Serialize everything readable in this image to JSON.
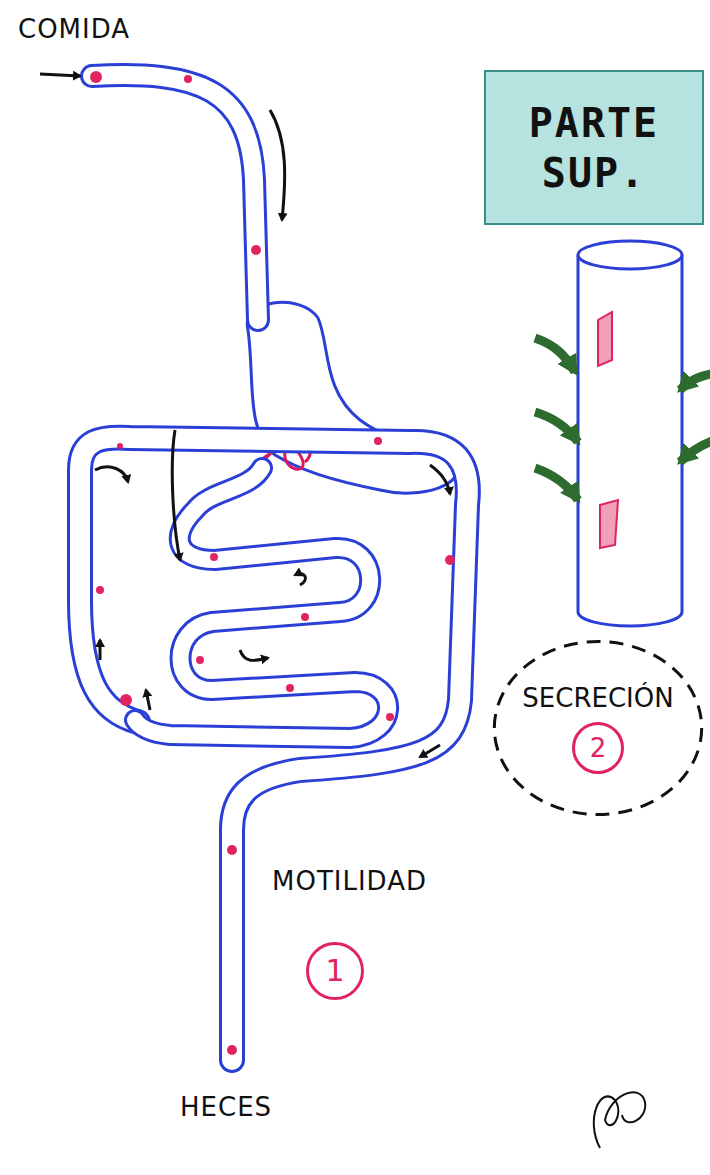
{
  "diagram": {
    "nodes": [
      {
        "text": [
          "PARTE SUP."
        ]
      },
      {
        "text": [
          "SECRECIÓN"
        ]
      },
      {
        "text": [
          "2"
        ],
        "in": 1
      },
      {
        "text": [
          "1"
        ]
      }
    ],
    "labels": [
      "COMIDA",
      "MOTILIDAD",
      "HECES"
    ]
  }
}
